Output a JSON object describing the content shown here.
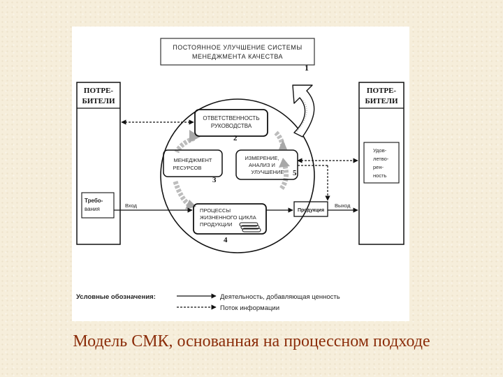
{
  "diagram": {
    "title_line1": "ПОСТОЯННОЕ УЛУЧШЕНИЕ СИСТЕМЫ",
    "title_line2": "МЕНЕДЖМЕНТА КАЧЕСТВА",
    "customers_left_line1": "ПОТРЕ-",
    "customers_left_line2": "БИТЕЛИ",
    "customers_right_line1": "ПОТРЕ-",
    "customers_right_line2": "БИТЕЛИ",
    "requirements_line1": "Требо-",
    "requirements_line2": "вания",
    "satisfaction_lines": [
      "Удов-",
      "летво-",
      "рен-",
      "ность"
    ],
    "responsibility_line1": "ОТВЕТСТВЕННОСТЬ",
    "responsibility_line2": "РУКОВОДСТВА",
    "resources_line1": "МЕНЕДЖМЕНТ",
    "resources_line2": "РЕСУРСОВ",
    "measurement_lines": [
      "ИЗМЕРЕНИЕ,",
      "АНАЛИЗ И",
      "УЛУЧШЕНИЕ"
    ],
    "product_process_lines": [
      "ПРОЦЕССЫ",
      "ЖИЗНЕННОГО ЦИКЛА",
      "ПРОДУКЦИИ"
    ],
    "product_label": "Продукция",
    "input_label": "Вход",
    "output_label": "Выход",
    "num_1": "1",
    "num_2": "2",
    "num_3": "3",
    "num_4": "4",
    "num_5": "5"
  },
  "legend": {
    "title": "Условные обозначения:",
    "value_added": "Деятельность, добавляющая ценность",
    "info_flow": "Поток информации"
  },
  "caption": "Модель СМК, основанная на процессном подходе"
}
